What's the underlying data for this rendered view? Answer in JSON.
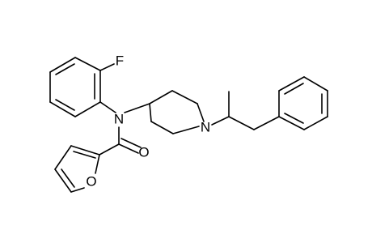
{
  "molecule": {
    "atoms": {
      "fluorine": "F",
      "amide_nitrogen": "N",
      "piperidine_nitrogen": "N",
      "carbonyl_oxygen": "O",
      "furan_oxygen": "O"
    }
  },
  "colors": {
    "bond": "#000000",
    "background": "#ffffff"
  }
}
